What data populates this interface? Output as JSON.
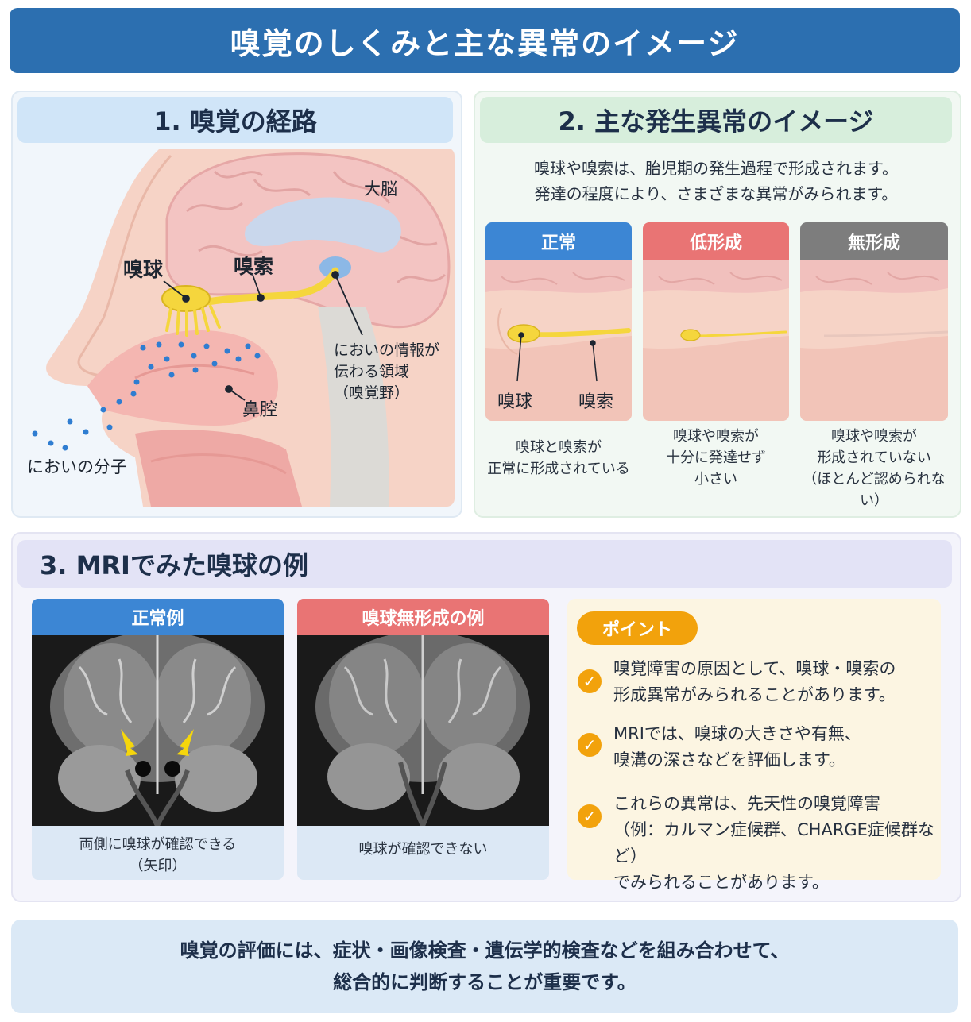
{
  "title": "嗅覚のしくみと主な異常のイメージ",
  "section1": {
    "heading": "1. 嗅覚の経路",
    "labels": {
      "brain": "大脳",
      "bulb": "嗅球",
      "tract": "嗅索",
      "cortex_line1": "においの情報が",
      "cortex_line2": "伝わる領域",
      "cortex_line3": "（嗅覚野）",
      "nasal_cavity": "鼻腔",
      "molecules": "においの分子"
    },
    "colors": {
      "bulb": "#f5d63d",
      "odor_dots": "#2f7dd1",
      "skin": "#f6d1c4",
      "brain": "#f3c2c0"
    }
  },
  "section2": {
    "heading": "2. 主な発生異常のイメージ",
    "intro_line1": "嗅球や嗅索は、胎児期の発生過程で形成されます。",
    "intro_line2": "発達の程度により、さまざまな異常がみられます。",
    "cards": [
      {
        "title": "正常",
        "color": "#3c86d4",
        "label_bulb": "嗅球",
        "label_tract": "嗅索",
        "caption": [
          "嗅球と嗅索が",
          "正常に形成されている"
        ]
      },
      {
        "title": "低形成",
        "color": "#e97474",
        "caption": [
          "嗅球や嗅索が",
          "十分に発達せず",
          "小さい"
        ]
      },
      {
        "title": "無形成",
        "color": "#7d7d7d",
        "caption": [
          "嗅球や嗅索が",
          "形成されていない",
          "（ほとんど認められない）"
        ]
      }
    ]
  },
  "section3": {
    "heading": "3. MRIでみた嗅球の例",
    "mri": [
      {
        "title": "正常例",
        "color": "#3c86d4",
        "caption": [
          "両側に嗅球が確認できる",
          "（矢印）"
        ]
      },
      {
        "title": "嗅球無形成の例",
        "color": "#e97474",
        "caption": [
          "嗅球が確認できない"
        ]
      }
    ],
    "point": {
      "label": "ポイント",
      "items": [
        [
          "嗅覚障害の原因として、嗅球・嗅索の",
          "形成異常がみられることがあります。"
        ],
        [
          "MRIでは、嗅球の大きさや有無、",
          "嗅溝の深さなどを評価します。"
        ],
        [
          "これらの異常は、先天性の嗅覚障害",
          "（例：カルマン症候群、CHARGE症候群など）",
          "でみられることがあります。"
        ]
      ],
      "check_glyph": "✓"
    }
  },
  "footer": {
    "line1": "嗅覚の評価には、症状・画像検査・遺伝学的検査などを組み合わせて、",
    "line2": "総合的に判断することが重要です。"
  }
}
